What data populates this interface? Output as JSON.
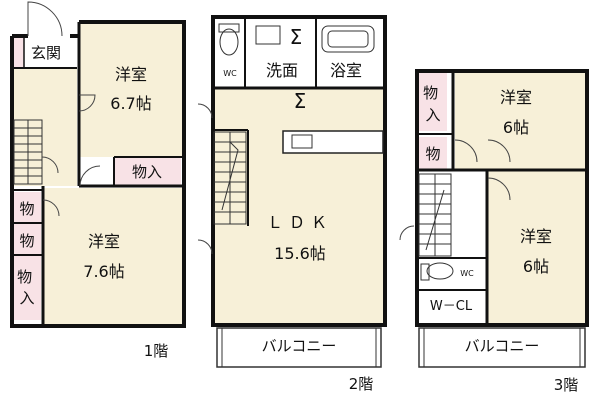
{
  "colors": {
    "room": "#f7f0d8",
    "storage": "#f8e2e6",
    "wall": "#111111",
    "line": "#333333"
  },
  "floor1": {
    "label": "1階",
    "genkan": "玄関",
    "room_top": {
      "name": "洋室",
      "size": "6.7帖"
    },
    "room_bottom": {
      "name": "洋室",
      "size": "7.6帖"
    },
    "storage_right": "物入",
    "storage_a": "物",
    "storage_b": "物",
    "storage_c": "物入"
  },
  "floor2": {
    "label": "2階",
    "wc": "WC",
    "washroom": "洗面",
    "bathroom": "浴室",
    "ldk_name": "ＬＤＫ",
    "ldk_size": "15.6帖",
    "balcony": "バルコニー"
  },
  "floor3": {
    "label": "3階",
    "room_top": {
      "name": "洋室",
      "size": "6帖"
    },
    "room_bottom": {
      "name": "洋室",
      "size": "6帖"
    },
    "storage_top": "物入",
    "storage_mid": "物",
    "wc": "WC",
    "wcl": "W－CL",
    "balcony": "バルコニー"
  }
}
